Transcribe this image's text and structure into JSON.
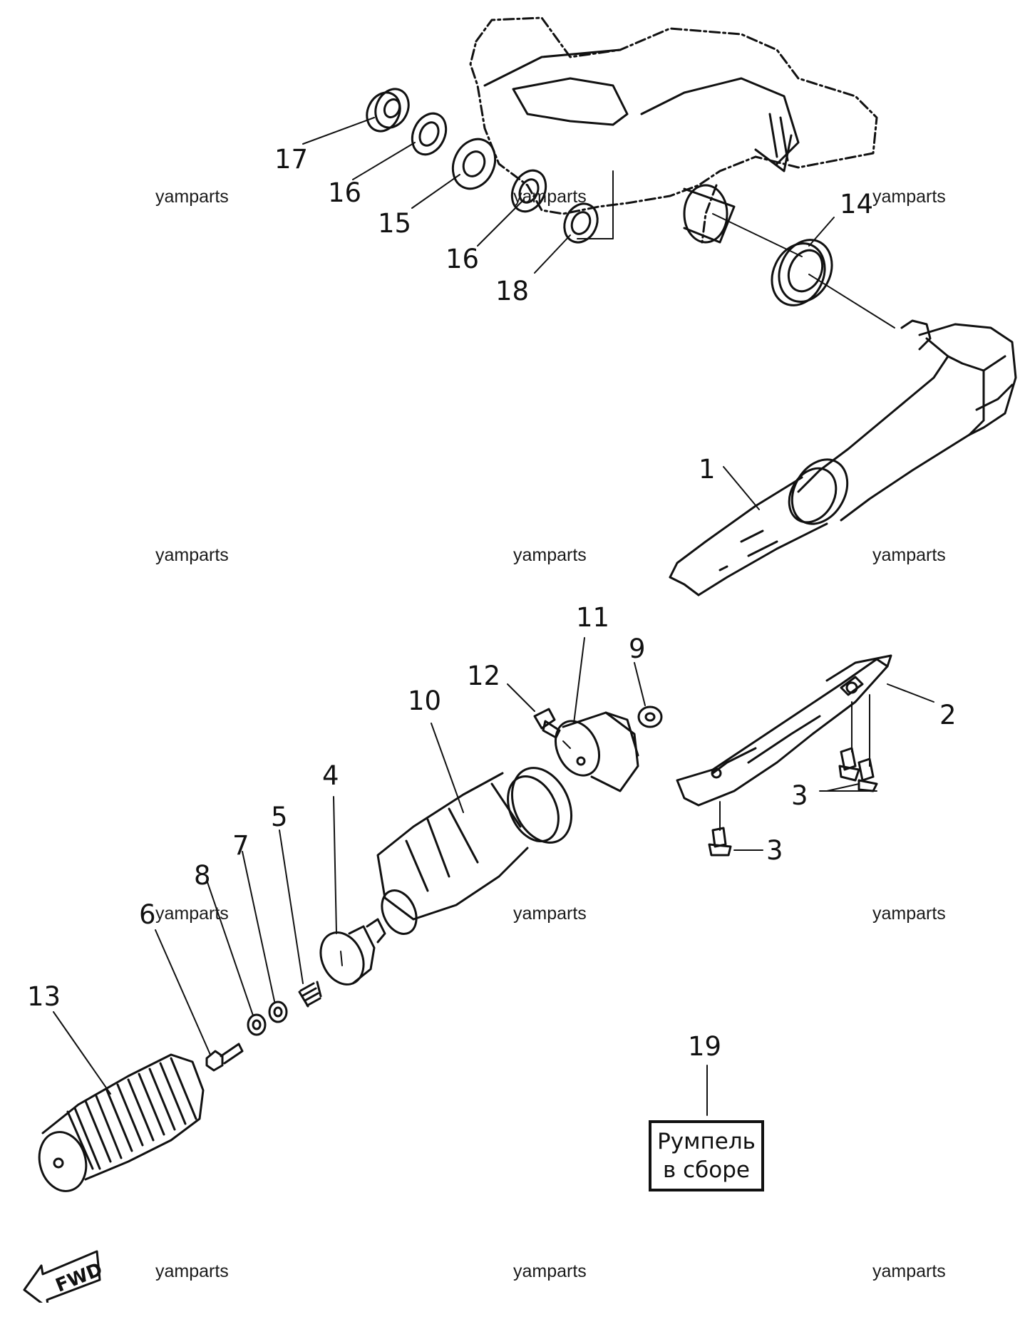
{
  "watermark": "yamparts",
  "watermarks": [
    "yamparts",
    "yamparts",
    "yamparts",
    "yamparts",
    "yamparts",
    "yamparts",
    "yamparts",
    "yamparts",
    "yamparts",
    "yamparts",
    "yamparts"
  ],
  "parts": [
    {
      "id": "1",
      "label": "1"
    },
    {
      "id": "2",
      "label": "2"
    },
    {
      "id": "3a",
      "label": "3"
    },
    {
      "id": "3b",
      "label": "3"
    },
    {
      "id": "4",
      "label": "4"
    },
    {
      "id": "5",
      "label": "5"
    },
    {
      "id": "6",
      "label": "6"
    },
    {
      "id": "7",
      "label": "7"
    },
    {
      "id": "8",
      "label": "8"
    },
    {
      "id": "9",
      "label": "9"
    },
    {
      "id": "10",
      "label": "10"
    },
    {
      "id": "11",
      "label": "11"
    },
    {
      "id": "12",
      "label": "12"
    },
    {
      "id": "13",
      "label": "13"
    },
    {
      "id": "14",
      "label": "14"
    },
    {
      "id": "15",
      "label": "15"
    },
    {
      "id": "16a",
      "label": "16"
    },
    {
      "id": "16b",
      "label": "16"
    },
    {
      "id": "17",
      "label": "17"
    },
    {
      "id": "18",
      "label": "18"
    },
    {
      "id": "19",
      "label": "19"
    }
  ],
  "assembly_box": {
    "line1": "Румпель",
    "line2": "в сборе"
  },
  "direction_arrow": {
    "label": "FWD",
    "icon": "fwd-arrow-icon"
  }
}
